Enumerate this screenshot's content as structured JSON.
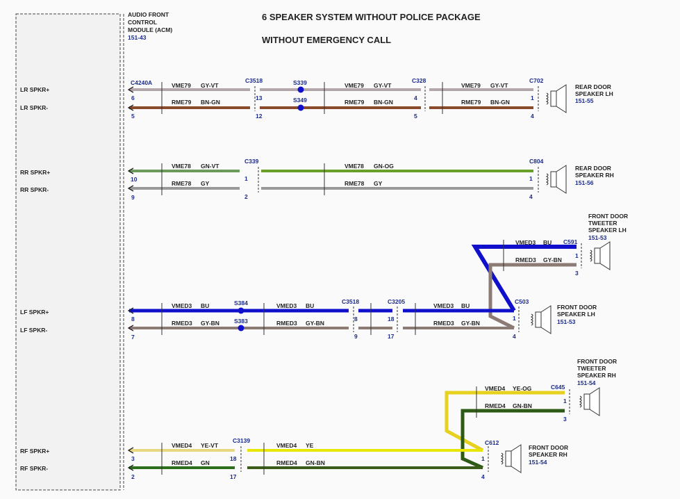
{
  "diagram": {
    "title": "6 SPEAKER SYSTEM WITHOUT POLICE PACKAGE",
    "subtitle": "WITHOUT EMERGENCY CALL"
  },
  "module": {
    "name_lines": [
      "AUDIO FRONT",
      "CONTROL",
      "MODULE (ACM)"
    ],
    "ref": "151-43",
    "connector": "C4240A",
    "pins": [
      "LR SPKR+",
      "LR SPKR-",
      "RR SPKR+",
      "RR SPKR-",
      "LF SPKR+",
      "LF SPKR-",
      "RF SPKR+",
      "RF SPKR-"
    ]
  },
  "colors": {
    "gy_vt": "#b3a7ac",
    "bn_gn": "#8a4a2c",
    "gn_vt": "#6b9a5a",
    "gn_og": "#6aa02a",
    "gy": "#999999",
    "bu": "#1010cc",
    "gy_bn": "#8c7a74",
    "ye_vt": "#e6d880",
    "ye": "#e6e600",
    "gn": "#2d6e1c",
    "gn_bn": "#3a5e1a",
    "ye_og": "#e6d020",
    "gn_bn_dark": "#2d5a14",
    "label_blue": "#1a2a8a"
  },
  "labels": {
    "lr": {
      "pos_pin": "6",
      "neg_pin": "5",
      "seg1_pos": [
        "VME79",
        "GY-VT"
      ],
      "seg1_neg": [
        "RME79",
        "BN-GN"
      ],
      "c1": "C3518",
      "c1_pos": "13",
      "c1_neg": "12",
      "s_pos": "S339",
      "s_neg": "S349",
      "seg2_pos": [
        "VME79",
        "GY-VT"
      ],
      "seg2_neg": [
        "RME79",
        "BN-GN"
      ],
      "c2": "C328",
      "c2_pos": "4",
      "c2_neg": "5",
      "seg3_pos": [
        "VME79",
        "GY-VT"
      ],
      "seg3_neg": [
        "RME79",
        "BN-GN"
      ],
      "c3": "C702",
      "c3_pos": "1",
      "c3_neg": "4",
      "speaker": [
        "REAR DOOR",
        "SPEAKER LH"
      ],
      "speaker_ref": "151-55"
    },
    "rr": {
      "pos_pin": "10",
      "neg_pin": "9",
      "seg1_pos": [
        "VME78",
        "GN-VT"
      ],
      "seg1_neg": [
        "RME78",
        "GY"
      ],
      "c1": "C339",
      "c1_pos": "1",
      "c1_neg": "2",
      "seg2_pos": [
        "VME78",
        "GN-OG"
      ],
      "seg2_neg": [
        "RME78",
        "GY"
      ],
      "c2": "C804",
      "c2_pos": "1",
      "c2_neg": "4",
      "speaker": [
        "REAR DOOR",
        "SPEAKER RH"
      ],
      "speaker_ref": "151-56"
    },
    "lf": {
      "pos_pin": "8",
      "neg_pin": "7",
      "seg1_pos": [
        "VMED3",
        "BU"
      ],
      "seg1_neg": [
        "RMED3",
        "GY-BN"
      ],
      "s_pos": "S384",
      "s_neg": "S383",
      "seg2_pos": [
        "VMED3",
        "BU"
      ],
      "seg2_neg": [
        "RMED3",
        "GY-BN"
      ],
      "c1": "C3518",
      "c1_pos": "8",
      "c1_neg": "9",
      "c2": "C3205",
      "c2_pos": "18",
      "c2_neg": "17",
      "seg3_pos": [
        "VMED3",
        "BU"
      ],
      "seg3_neg": [
        "RMED3",
        "GY-BN"
      ],
      "c3": "C503",
      "c3_pos": "1",
      "c3_neg": "4",
      "speaker": [
        "FRONT DOOR",
        "SPEAKER LH"
      ],
      "speaker_ref": "151-53",
      "tw_pos": [
        "VMED3",
        "BU"
      ],
      "tw_neg": [
        "RMED3",
        "GY-BN"
      ],
      "tw_conn": "C591",
      "tw_pos_pin": "1",
      "tw_neg_pin": "3",
      "tweeter": [
        "FRONT DOOR",
        "TWEETER",
        "SPEAKER LH"
      ],
      "tweeter_ref": "151-53"
    },
    "rf": {
      "pos_pin": "3",
      "neg_pin": "2",
      "seg1_pos": [
        "VMED4",
        "YE-VT"
      ],
      "seg1_neg": [
        "RMED4",
        "GN"
      ],
      "c1": "C3139",
      "c1_pos": "18",
      "c1_neg": "17",
      "seg2_pos": [
        "VMED4",
        "YE"
      ],
      "seg2_neg": [
        "RMED4",
        "GN-BN"
      ],
      "c2": "C612",
      "c2_pos": "1",
      "c2_neg": "4",
      "speaker": [
        "FRONT DOOR",
        "SPEAKER RH"
      ],
      "speaker_ref": "151-54",
      "tw_pos": [
        "VMED4",
        "YE-OG"
      ],
      "tw_neg": [
        "RMED4",
        "GN-BN"
      ],
      "tw_conn": "C645",
      "tw_pos_pin": "1",
      "tw_neg_pin": "3",
      "tweeter": [
        "FRONT DOOR",
        "TWEETER",
        "SPEAKER RH"
      ],
      "tweeter_ref": "151-54"
    }
  }
}
